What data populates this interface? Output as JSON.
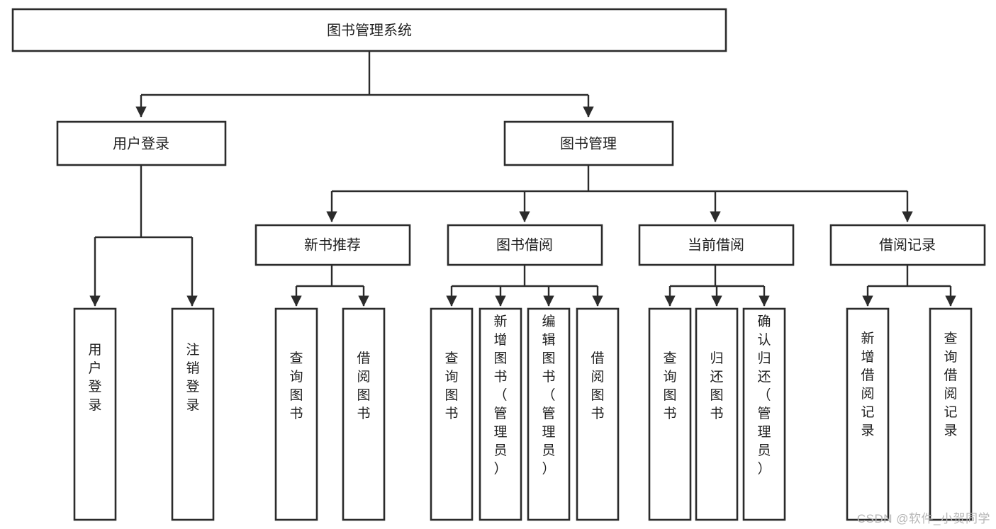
{
  "diagram": {
    "type": "tree-hierarchy-chart",
    "title": "图书管理系统",
    "background_color": "#ffffff",
    "line_color": "#2b2b2b",
    "text_color": "#1f1f1f",
    "levels": 4
  },
  "nodes": {
    "root": {
      "label": "图书管理系统",
      "orientation": "horizontal"
    },
    "level2": [
      {
        "id": "user-login",
        "label": "用户登录",
        "orientation": "horizontal"
      },
      {
        "id": "book-manage",
        "label": "图书管理",
        "orientation": "horizontal"
      }
    ],
    "level3": [
      {
        "id": "new-book-recommend",
        "label": "新书推荐",
        "orientation": "horizontal",
        "parent": "book-manage"
      },
      {
        "id": "book-borrow",
        "label": "图书借阅",
        "orientation": "horizontal",
        "parent": "book-manage"
      },
      {
        "id": "current-borrow",
        "label": "当前借阅",
        "orientation": "horizontal",
        "parent": "book-manage"
      },
      {
        "id": "borrow-record",
        "label": "借阅记录",
        "orientation": "horizontal",
        "parent": "book-manage"
      }
    ],
    "leaves": [
      {
        "id": "leaf-user-login",
        "label": "用户登录",
        "parent": "user-login",
        "orientation": "vertical"
      },
      {
        "id": "leaf-logout-login",
        "label": "注销登录",
        "parent": "user-login",
        "orientation": "vertical"
      },
      {
        "id": "leaf-query-book-1",
        "label": "查询图书",
        "parent": "new-book-recommend",
        "orientation": "vertical"
      },
      {
        "id": "leaf-borrow-book-1",
        "label": "借阅图书",
        "parent": "new-book-recommend",
        "orientation": "vertical"
      },
      {
        "id": "leaf-query-book-2",
        "label": "查询图书",
        "parent": "book-borrow",
        "orientation": "vertical"
      },
      {
        "id": "leaf-add-book",
        "label": "新增图书（管理员）",
        "parent": "book-borrow",
        "orientation": "vertical"
      },
      {
        "id": "leaf-edit-book",
        "label": "编辑图书（管理员）",
        "parent": "book-borrow",
        "orientation": "vertical"
      },
      {
        "id": "leaf-borrow-book-2",
        "label": "借阅图书",
        "parent": "book-borrow",
        "orientation": "vertical"
      },
      {
        "id": "leaf-query-book-3",
        "label": "查询图书",
        "parent": "current-borrow",
        "orientation": "vertical"
      },
      {
        "id": "leaf-return-book",
        "label": "归还图书",
        "parent": "current-borrow",
        "orientation": "vertical"
      },
      {
        "id": "leaf-confirm-return",
        "label": "确认归还（管理员）",
        "parent": "current-borrow",
        "orientation": "vertical"
      },
      {
        "id": "leaf-add-record",
        "label": "新增借阅记录",
        "parent": "borrow-record",
        "orientation": "vertical"
      },
      {
        "id": "leaf-query-record",
        "label": "查询借阅记录",
        "parent": "borrow-record",
        "orientation": "vertical"
      }
    ]
  },
  "watermark": {
    "text": "CSDN @软件_小贺同学"
  }
}
